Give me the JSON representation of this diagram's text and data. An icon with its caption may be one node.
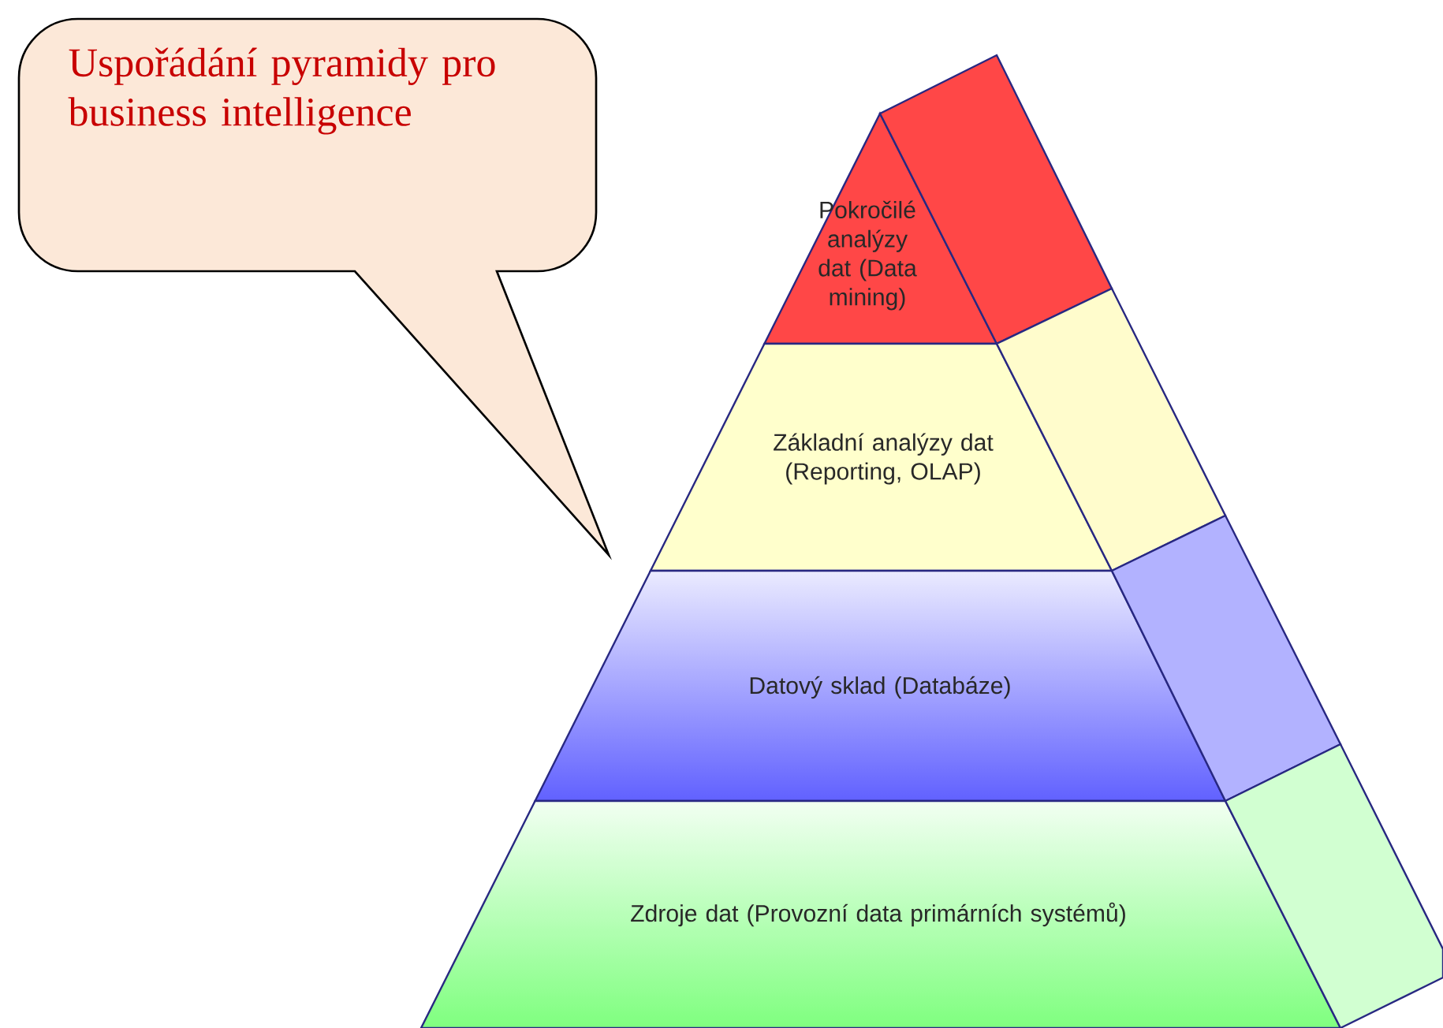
{
  "diagram": {
    "nodes": [
      {
        "text": [
          "Uspořádání pyramidy pro business intelligence"
        ]
      },
      {
        "text": [
          "Pokročilé analýzy dat (Data mining)"
        ]
      },
      {
        "text": [
          "Základní analýzy dat (Reporting, OLAP)"
        ]
      },
      {
        "text": [
          "Datový sklad (Databáze)"
        ]
      },
      {
        "text": [
          "Zdroje dat (Provozní data primárních systémů)"
        ]
      }
    ]
  }
}
